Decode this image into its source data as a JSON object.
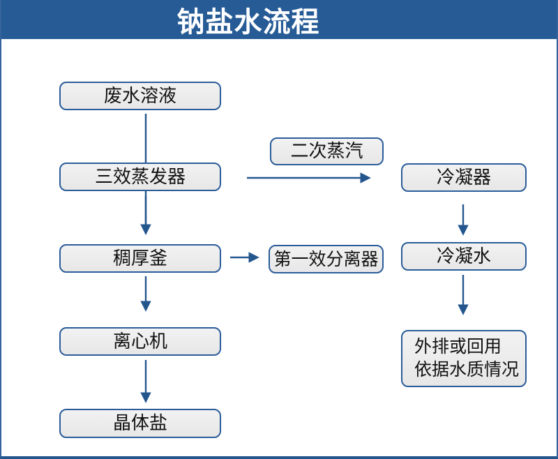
{
  "title": "钠盐水流程",
  "colors": {
    "banner": "#265B96",
    "node_border": "#2A5C99",
    "node_fill": "#EBEBEB",
    "arrow": "#24568E",
    "title_text": "#FFFFFF",
    "node_text": "#111111"
  },
  "nodes": {
    "waste_water": {
      "label": "废水溶液"
    },
    "evaporator": {
      "label": "三效蒸发器"
    },
    "secondary_steam": {
      "label": "二次蒸汽"
    },
    "condenser": {
      "label": "冷凝器"
    },
    "thickener": {
      "label": "稠厚釜"
    },
    "separator": {
      "label": "第一效分离器"
    },
    "condensate": {
      "label": "冷凝水"
    },
    "centrifuge": {
      "label": "离心机"
    },
    "crystal_salt": {
      "label": "晶体盐"
    },
    "discharge": {
      "line1": "外排或回用",
      "line2": "依据水质情况"
    }
  },
  "edges": [
    {
      "from": "waste_water",
      "to": "evaporator"
    },
    {
      "from": "evaporator",
      "to": "condenser",
      "via_label": "secondary_steam"
    },
    {
      "from": "evaporator",
      "to": "thickener"
    },
    {
      "from": "thickener",
      "to": "separator"
    },
    {
      "from": "thickener",
      "to": "centrifuge"
    },
    {
      "from": "centrifuge",
      "to": "crystal_salt"
    },
    {
      "from": "condenser",
      "to": "condensate"
    },
    {
      "from": "condensate",
      "to": "discharge"
    }
  ]
}
